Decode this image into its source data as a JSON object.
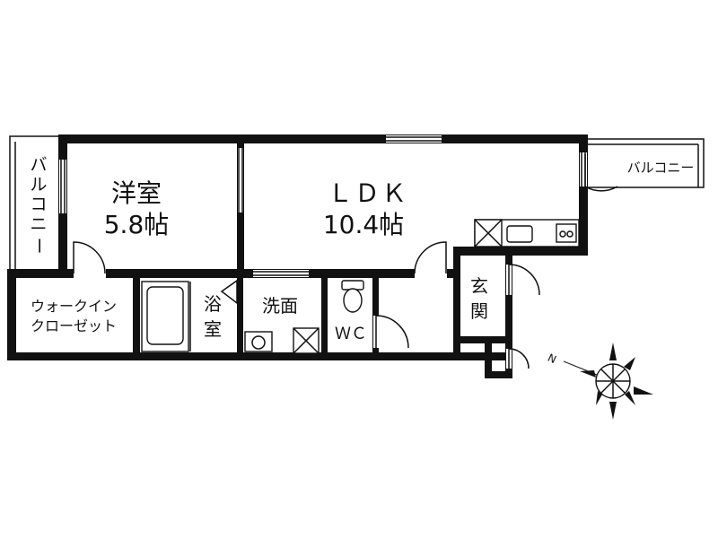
{
  "rooms": {
    "western_room": {
      "name": "洋室",
      "size": "5.8帖"
    },
    "ldk": {
      "name": "ＬＤＫ",
      "size": "10.4帖"
    },
    "balcony_left": {
      "l1": "バ",
      "l2": "ル",
      "l3": "コ",
      "l4": "ニ",
      "l5": "ー"
    },
    "balcony_right": {
      "name": "バルコニー"
    },
    "walk_in_closet": {
      "line1": "ウォークイン",
      "line2": "クローゼット"
    },
    "bath": {
      "c1": "浴",
      "c2": "室"
    },
    "washroom": {
      "name": "洗面"
    },
    "wc": {
      "name": "ＷＣ"
    },
    "entrance": {
      "c1": "玄",
      "c2": "関"
    }
  },
  "compass": {
    "north_label": "N"
  },
  "colors": {
    "wall": "#111111",
    "background": "#ffffff"
  }
}
